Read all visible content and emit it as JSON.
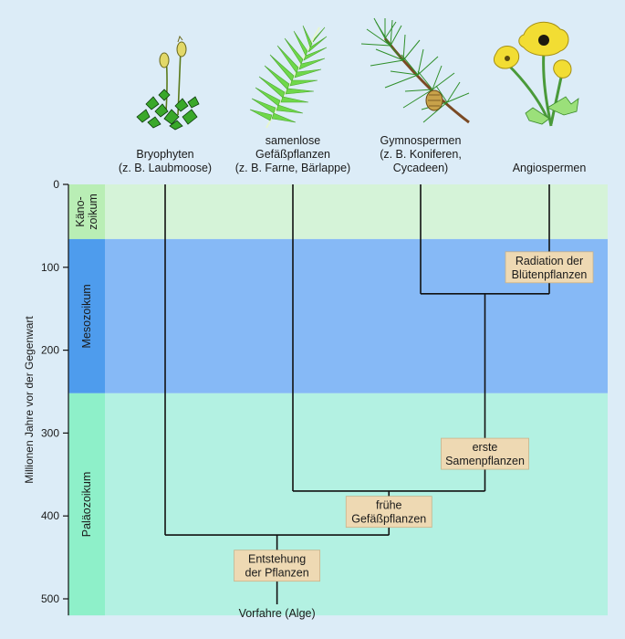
{
  "axis": {
    "label": "Millionen Jahre vor der Gegenwart",
    "ticks": [
      0,
      100,
      200,
      300,
      400,
      500
    ],
    "range": [
      0,
      520
    ]
  },
  "eras": [
    {
      "name": "Känozoikum",
      "lines": [
        "Käno-",
        "zoikum"
      ],
      "start": 0,
      "end": 66,
      "band_color": "#d5f3d8",
      "label_color": "#b9eeb5"
    },
    {
      "name": "Mesozoikum",
      "lines": [
        "Mesozoikum"
      ],
      "start": 66,
      "end": 252,
      "band_color": "#86b9f6",
      "label_color": "#4e9ced"
    },
    {
      "name": "Paläozoikum",
      "lines": [
        "Paläozoikum"
      ],
      "start": 252,
      "end": 520,
      "band_color": "#b3f1e2",
      "label_color": "#8ef0c9"
    }
  ],
  "groups": [
    {
      "id": "bryophyten",
      "lines": [
        "Bryophyten",
        "(z. B. Laubmoose)"
      ],
      "icon": "moss-icon"
    },
    {
      "id": "farne",
      "lines": [
        "samenlose",
        "Gefäßpflanzen",
        "(z. B. Farne, Bärlappe)"
      ],
      "icon": "fern-icon"
    },
    {
      "id": "gymnospermen",
      "lines": [
        "Gymnospermen",
        "(z. B. Koniferen,",
        "Cycadeen)"
      ],
      "icon": "pine-branch-icon"
    },
    {
      "id": "angiospermen",
      "lines": [
        "Angiospermen"
      ],
      "icon": "poppy-flower-icon"
    }
  ],
  "events": [
    {
      "id": "entstehung",
      "lines": [
        "Entstehung",
        "der Pflanzen"
      ],
      "mya": 460
    },
    {
      "id": "gefaess",
      "lines": [
        "frühe",
        "Gefäßpflanzen"
      ],
      "mya": 395
    },
    {
      "id": "samen",
      "lines": [
        "erste",
        "Samenpflanzen"
      ],
      "mya": 325
    },
    {
      "id": "radiation",
      "lines": [
        "Radiation der",
        "Blütenpflanzen"
      ],
      "mya": 100
    }
  ],
  "tree": {
    "root_label": "Vorfahre (Alge)",
    "nodes": [
      {
        "id": "n_plants",
        "mya": 423,
        "children": [
          "bryophyten",
          "n_vascular"
        ]
      },
      {
        "id": "n_vascular",
        "mya": 370,
        "children": [
          "farne",
          "n_seed"
        ]
      },
      {
        "id": "n_seed",
        "mya": 132,
        "children": [
          "gymnospermen",
          "angiospermen"
        ]
      }
    ]
  },
  "colors": {
    "background": "#dcecf7",
    "event_box": "#eed9b3",
    "event_box_border": "#c9b28a",
    "line": "#111111",
    "moss": "#3aa82a",
    "fern": "#6fd84a",
    "pine": "#2f8f2a",
    "poppy": "#f2dd33"
  }
}
